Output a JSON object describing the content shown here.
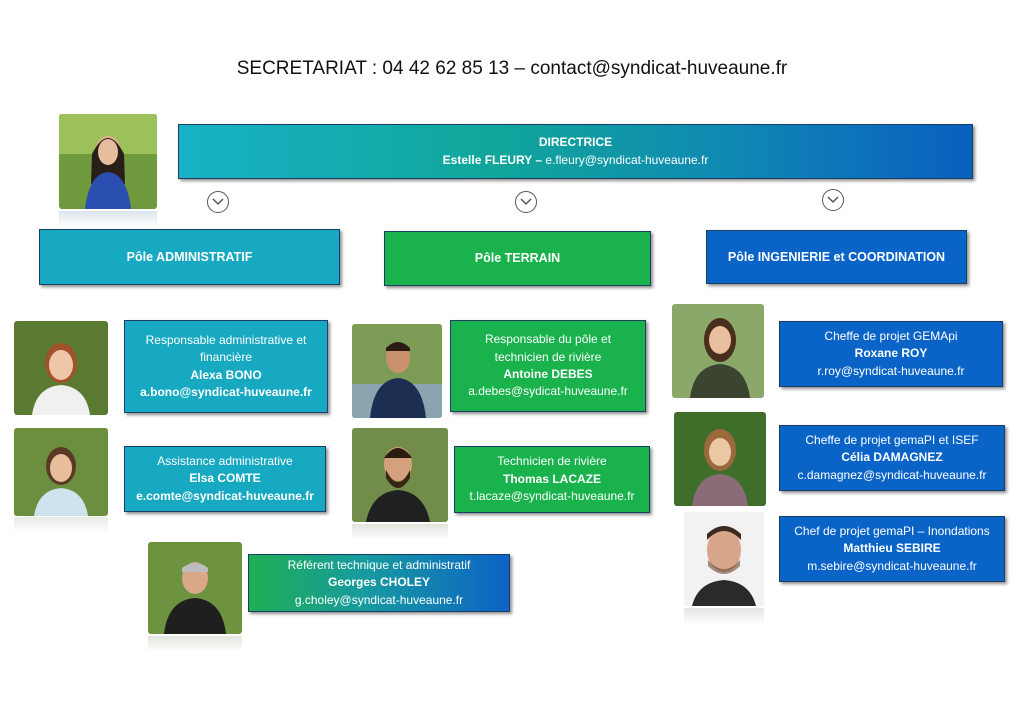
{
  "header": "SECRETARIAT : 04 42 62 85 13 – contact@syndicat-huveaune.fr",
  "director": {
    "role": "DIRECTRICE",
    "name": "Estelle FLEURY",
    "sep": " – ",
    "email": "e.fleury@syndicat-huveaune.fr"
  },
  "poles": {
    "admin": "Pôle ADMINISTRATIF",
    "terrain": "Pôle TERRAIN",
    "ingenierie": "Pôle INGENIERIE et COORDINATION"
  },
  "people": {
    "bono": {
      "role1": "Responsable administrative et",
      "role2": "financière",
      "name": "Alexa BONO",
      "email": "a.bono@syndicat-huveaune.fr"
    },
    "comte": {
      "role": "Assistance administrative",
      "name": "Elsa COMTE",
      "email": "e.comte@syndicat-huveaune.fr"
    },
    "choley": {
      "role": "Référent technique et administratif",
      "name": "Georges CHOLEY",
      "email": "g.choley@syndicat-huveaune.fr"
    },
    "debes": {
      "role1": "Responsable du pôle et",
      "role2": "technicien de rivière",
      "name": "Antoine DEBES",
      "email": "a.debes@sydicat-huveaune.fr"
    },
    "lacaze": {
      "role": "Technicien de rivière",
      "name": "Thomas LACAZE",
      "email": "t.lacaze@syndicat-huveaune.fr"
    },
    "roy": {
      "role": "Cheffe de projet GEMApi",
      "name": "Roxane ROY",
      "email": "r.roy@syndicat-huveaune.fr"
    },
    "damagnez": {
      "role": "Cheffe de projet gemaPI et ISEF",
      "name": "Célia DAMAGNEZ",
      "email": "c.damagnez@syndicat-huveaune.fr"
    },
    "sebire": {
      "role": "Chef de projet gemaPI – Inondations",
      "name": "Matthieu SEBIRE",
      "email": "m.sebire@syndicat-huveaune.fr"
    }
  },
  "colors": {
    "teal": "#17a9c2",
    "green": "#19b24c",
    "blue": "#0a64c8"
  },
  "icons": [
    "chevron-down-icon"
  ]
}
